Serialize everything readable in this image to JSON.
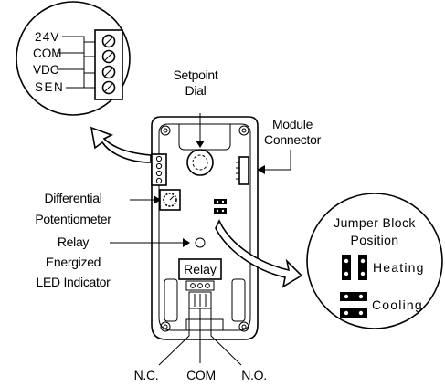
{
  "terminal_labels": [
    "24V",
    "COM",
    "VDC",
    "SEN"
  ],
  "callouts": {
    "setpoint_line1": "Setpoint",
    "setpoint_line2": "Dial",
    "module_line1": "Module",
    "module_line2": "Connector",
    "differential_line1": "Differential",
    "differential_line2": "Potentiometer",
    "relay_line1": "Relay",
    "relay_line2": "Energized",
    "relay_line3": "LED Indicator",
    "relay_box": "Relay"
  },
  "jumper_block": {
    "title_line1": "Jumper Block",
    "title_line2": "Position",
    "heating": "Heating",
    "cooling": "Cooling"
  },
  "contacts": [
    "N.C.",
    "COM",
    "N.O."
  ]
}
